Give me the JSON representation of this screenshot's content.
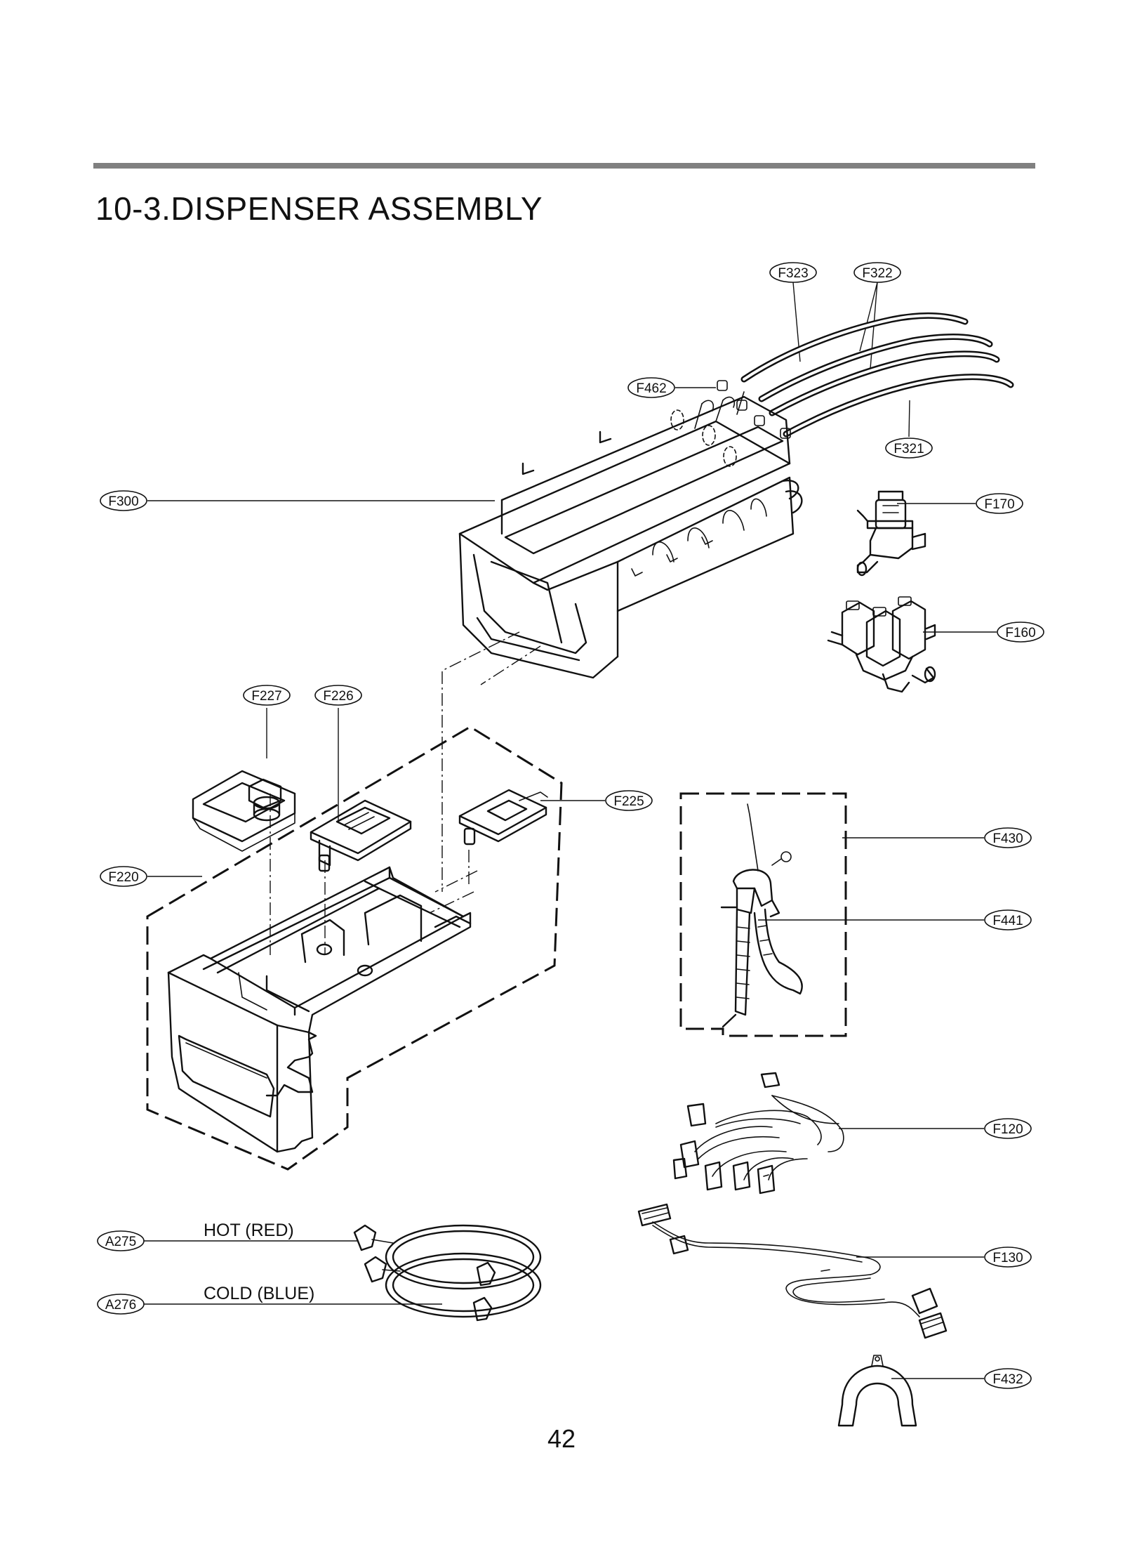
{
  "header": {
    "title": "10-3.DISPENSER ASSEMBLY"
  },
  "footer": {
    "page_number": "42"
  },
  "captions": {
    "hot": "HOT (RED)",
    "cold": "COLD (BLUE)"
  },
  "callouts": {
    "F323": "F323",
    "F322": "F322",
    "F462": "F462",
    "F321": "F321",
    "F300": "F300",
    "F170": "F170",
    "F160": "F160",
    "F227": "F227",
    "F226": "F226",
    "F225": "F225",
    "F430": "F430",
    "F220": "F220",
    "F441": "F441",
    "F120": "F120",
    "A275": "A275",
    "F130": "F130",
    "A276": "A276",
    "F432": "F432"
  },
  "colors": {
    "rule": "#808080",
    "ink": "#111111"
  }
}
